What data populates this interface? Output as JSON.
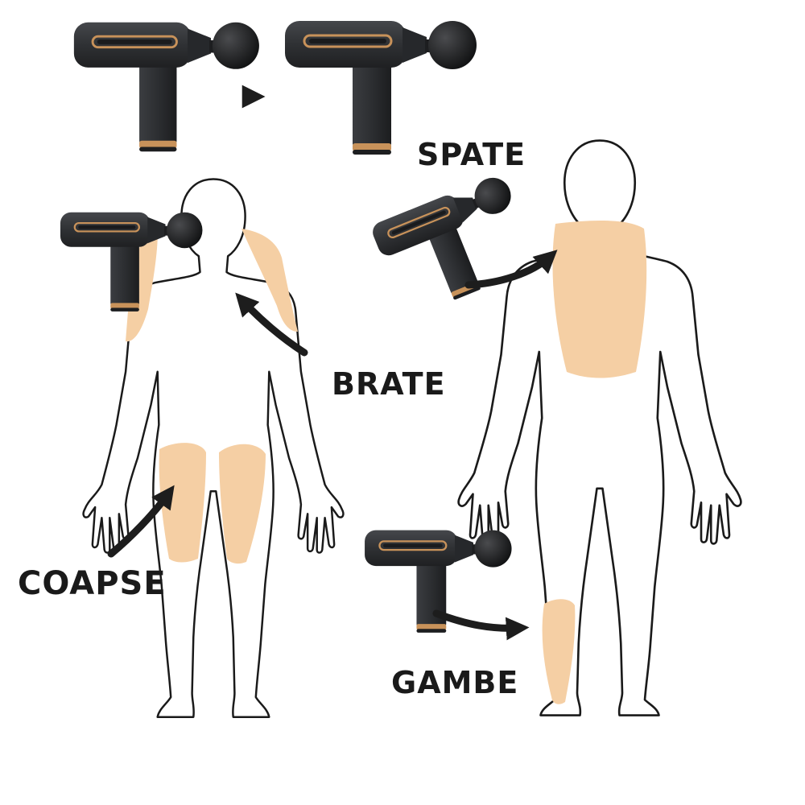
{
  "labels": {
    "back": "SPATE",
    "chest": "BRATE",
    "thighs": "COAPSE",
    "calves": "GAMBE"
  },
  "colors": {
    "background": "#ffffff",
    "body_outline": "#1a1a1a",
    "highlight": "#f5cfa4",
    "device_body": "#2f3134",
    "device_dark": "#1d1e20",
    "device_accent": "#c8925a",
    "arrow": "#1d1d1d",
    "text": "#1a1a1a"
  },
  "figures": [
    {
      "name": "front-body",
      "view": "front",
      "highlighted_regions": [
        "left-shoulder",
        "right-shoulder",
        "left-thigh",
        "right-thigh"
      ]
    },
    {
      "name": "back-body",
      "view": "back",
      "highlighted_regions": [
        "upper-back",
        "right-calf"
      ]
    }
  ],
  "devices": [
    {
      "name": "massage-gun-top-small",
      "icon": "massage-gun-icon"
    },
    {
      "name": "massage-gun-top-large",
      "icon": "massage-gun-icon"
    },
    {
      "name": "massage-gun-shoulder",
      "icon": "massage-gun-icon"
    },
    {
      "name": "massage-gun-back",
      "icon": "massage-gun-icon"
    },
    {
      "name": "massage-gun-calf",
      "icon": "massage-gun-icon"
    }
  ]
}
